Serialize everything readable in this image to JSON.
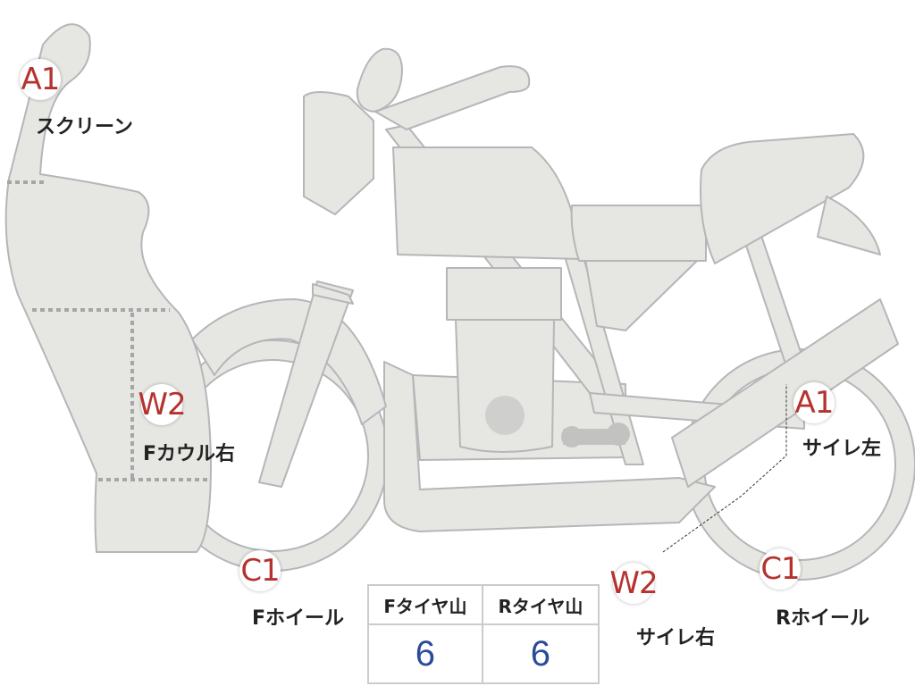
{
  "markers": {
    "screen": {
      "code": "A1",
      "label": "スクリーン"
    },
    "front_cowl_right": {
      "code": "W2",
      "label": "Fカウル右"
    },
    "front_wheel": {
      "code": "C1",
      "label": "Fホイール"
    },
    "silencer_left": {
      "code": "A1",
      "label": "サイレ左"
    },
    "silencer_right": {
      "code": "W2",
      "label": "サイレ右"
    },
    "rear_wheel": {
      "code": "C1",
      "label": "Rホイール"
    }
  },
  "tread_table": {
    "headers": [
      "Fタイヤ山",
      "Rタイヤ山"
    ],
    "values": [
      "6",
      "6"
    ]
  },
  "colors": {
    "body_fill": "#e6e7e3",
    "body_stroke": "#b4b6b8",
    "damage_code": "#b5332f",
    "tread_value": "#2c4a9a",
    "dotted_guide": "#a4a6a8"
  }
}
